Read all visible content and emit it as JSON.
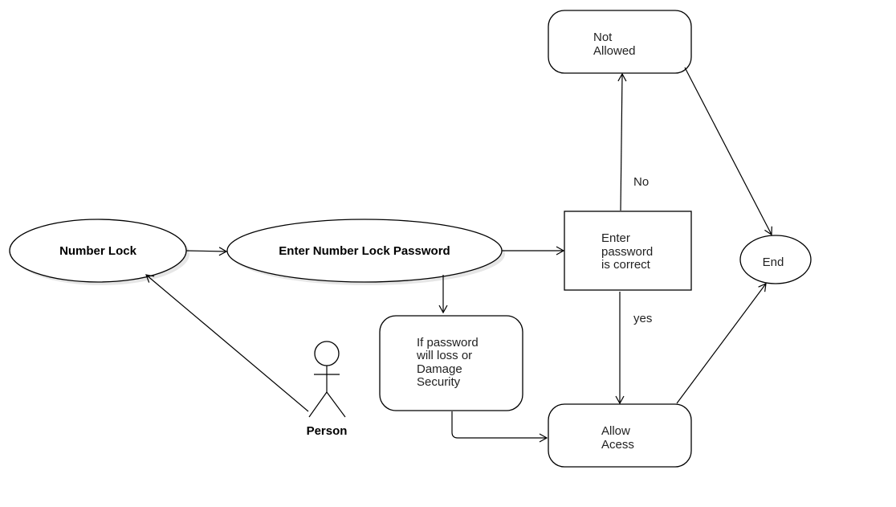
{
  "diagram": {
    "nodes": {
      "number_lock": "Number Lock",
      "enter_password": "Enter Number Lock Password",
      "check_password": [
        "Enter",
        "password",
        "is correct"
      ],
      "not_allowed": [
        "Not",
        "Allowed"
      ],
      "loss_damage": [
        "If password",
        "will loss or",
        "Damage",
        "Security"
      ],
      "allow_access": [
        "Allow",
        "Acess"
      ],
      "end": "End"
    },
    "actor": {
      "label": "Person"
    },
    "edge_labels": {
      "no": "No",
      "yes": "yes"
    }
  }
}
